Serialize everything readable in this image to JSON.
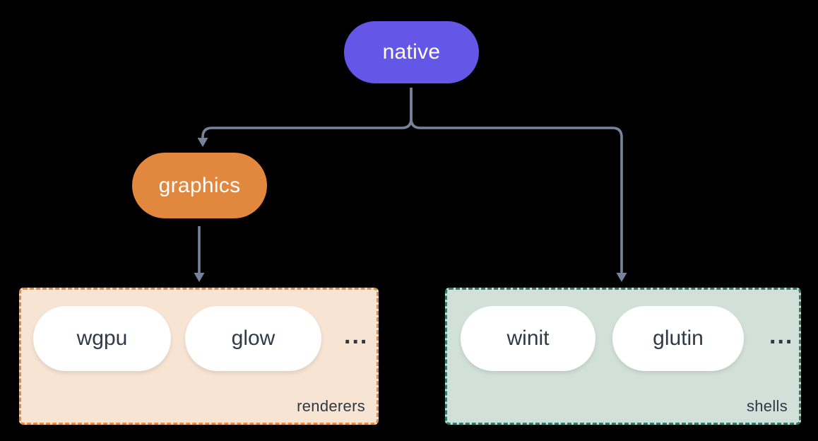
{
  "canvas": {
    "background": "#000000",
    "connector_color": "#76849B"
  },
  "nodes": {
    "native": {
      "label": "native",
      "fill": "#6457E8",
      "text_color": "#FFFFFF"
    },
    "graphics": {
      "label": "graphics",
      "fill": "#E1873E",
      "text_color": "#FFFFFF"
    }
  },
  "groups": {
    "renderers": {
      "label": "renderers",
      "fill": "#F8E4D3",
      "border_color": "#E68A40",
      "item_text_color": "#2E3A46",
      "items": [
        "wgpu",
        "glow"
      ],
      "ellipsis": "..."
    },
    "shells": {
      "label": "shells",
      "fill": "#D2E0DA",
      "border_color": "#2F7D6D",
      "item_text_color": "#2E3A46",
      "items": [
        "winit",
        "glutin"
      ],
      "ellipsis": "..."
    }
  }
}
